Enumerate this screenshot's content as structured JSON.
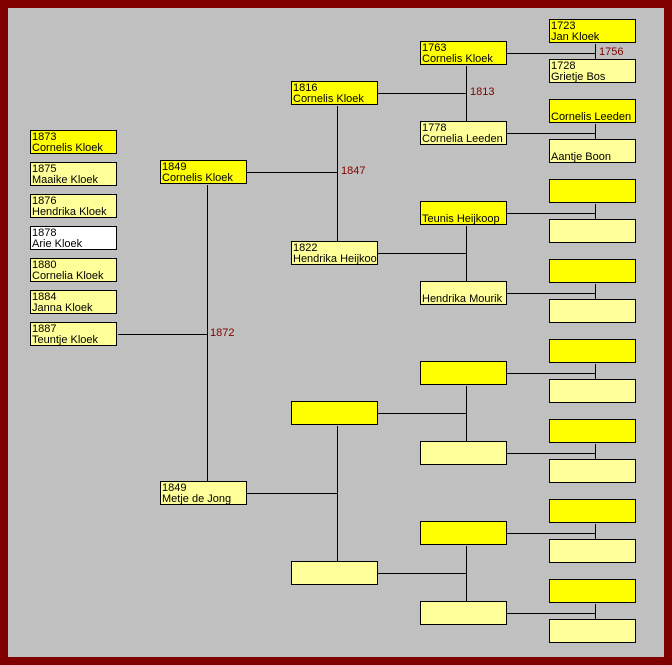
{
  "colors": {
    "frame": "#800000",
    "background": "#c0c0c0",
    "male": "#ffff00",
    "female": "#ffff99",
    "unknown": "#ffffff",
    "marriage_year": "#800000"
  },
  "children": [
    {
      "year": "1873",
      "name": "Cornelis Kloek",
      "sex": "m"
    },
    {
      "year": "1875",
      "name": "Maaike Kloek",
      "sex": "f"
    },
    {
      "year": "1876",
      "name": "Hendrika Kloek",
      "sex": "f"
    },
    {
      "year": "1878",
      "name": "Arie Kloek",
      "sex": "w"
    },
    {
      "year": "1880",
      "name": "Cornelia Kloek",
      "sex": "f"
    },
    {
      "year": "1884",
      "name": "Janna Kloek",
      "sex": "f"
    },
    {
      "year": "1887",
      "name": "Teuntje Kloek",
      "sex": "f"
    }
  ],
  "children_marriage": "1872",
  "generations": [
    [
      {
        "year": "1849",
        "name": "Cornelis Kloek",
        "marriage": "1847"
      },
      {
        "year": "1849",
        "name": "Metje de Jong",
        "marriage": ""
      }
    ],
    [
      {
        "year": "1816",
        "name": "Cornelis Kloek",
        "marriage": "1813"
      },
      {
        "year": "1822",
        "name": "Hendrika Heijkoop",
        "marriage": ""
      },
      {
        "year": "",
        "name": "",
        "marriage": ""
      },
      {
        "year": "",
        "name": "",
        "marriage": ""
      }
    ],
    [
      {
        "year": "1763",
        "name": "Cornelis Kloek",
        "marriage": "1756"
      },
      {
        "year": "1778",
        "name": "Cornelia Leeden",
        "marriage": ""
      },
      {
        "year": "",
        "name": "Teunis Heijkoop",
        "marriage": ""
      },
      {
        "year": "",
        "name": "Hendrika Mourik",
        "marriage": ""
      },
      {
        "year": "",
        "name": "",
        "marriage": ""
      },
      {
        "year": "",
        "name": "",
        "marriage": ""
      },
      {
        "year": "",
        "name": "",
        "marriage": ""
      },
      {
        "year": "",
        "name": "",
        "marriage": ""
      }
    ],
    [
      {
        "year": "1723",
        "name": "Jan Kloek"
      },
      {
        "year": "1728",
        "name": "Grietje Bos"
      },
      {
        "year": "",
        "name": "Cornelis Leeden"
      },
      {
        "year": "",
        "name": "Aantje Boon"
      },
      {
        "year": "",
        "name": ""
      },
      {
        "year": "",
        "name": ""
      },
      {
        "year": "",
        "name": ""
      },
      {
        "year": "",
        "name": ""
      },
      {
        "year": "",
        "name": ""
      },
      {
        "year": "",
        "name": ""
      },
      {
        "year": "",
        "name": ""
      },
      {
        "year": "",
        "name": ""
      },
      {
        "year": "",
        "name": ""
      },
      {
        "year": "",
        "name": ""
      },
      {
        "year": "",
        "name": ""
      },
      {
        "year": "",
        "name": ""
      }
    ]
  ]
}
